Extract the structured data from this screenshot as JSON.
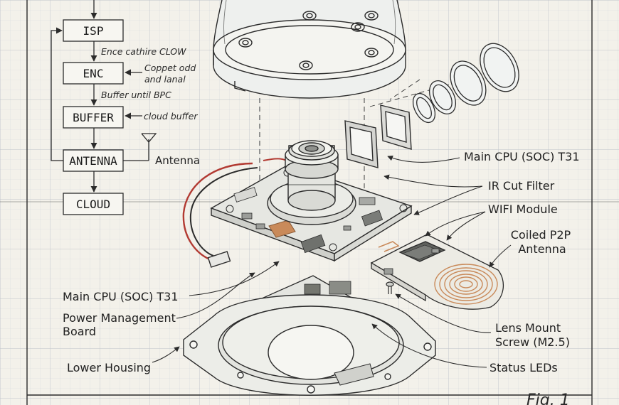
{
  "flow": {
    "boxes": [
      "ISP",
      "ENC",
      "BUFFER",
      "ANTENNA",
      "CLOUD"
    ],
    "notes": {
      "isp_enc": "Ence cathire CLOW",
      "enc_side_1": "Coppet odd",
      "enc_side_2": "and lanal",
      "enc_buffer": "Buffer until BPC",
      "buffer_side": "cloud buffer",
      "antenna_side": "Antenna"
    }
  },
  "labels": {
    "main_cpu_right": "Main CPU (SOC) T31",
    "ir_cut": "IR Cut Filter",
    "wifi": "WIFI Module",
    "coiled_1": "Coiled P2P",
    "coiled_2": "Antenna",
    "main_cpu_left": "Main CPU (SOC) T31",
    "power_1": "Power Management",
    "power_2": "Board",
    "lens_mount_1": "Lens Mount",
    "lens_mount_2": "Screw (M2.5)",
    "lower_housing": "Lower Housing",
    "status_leds": "Status LEDs",
    "fig": "Fig. 1"
  },
  "colors": {
    "paper": "#f3f1ea",
    "grid": "#c9cdd3",
    "ink": "#2b2b2b",
    "copper": "#c98a5a",
    "wire_red": "#b23a32"
  }
}
